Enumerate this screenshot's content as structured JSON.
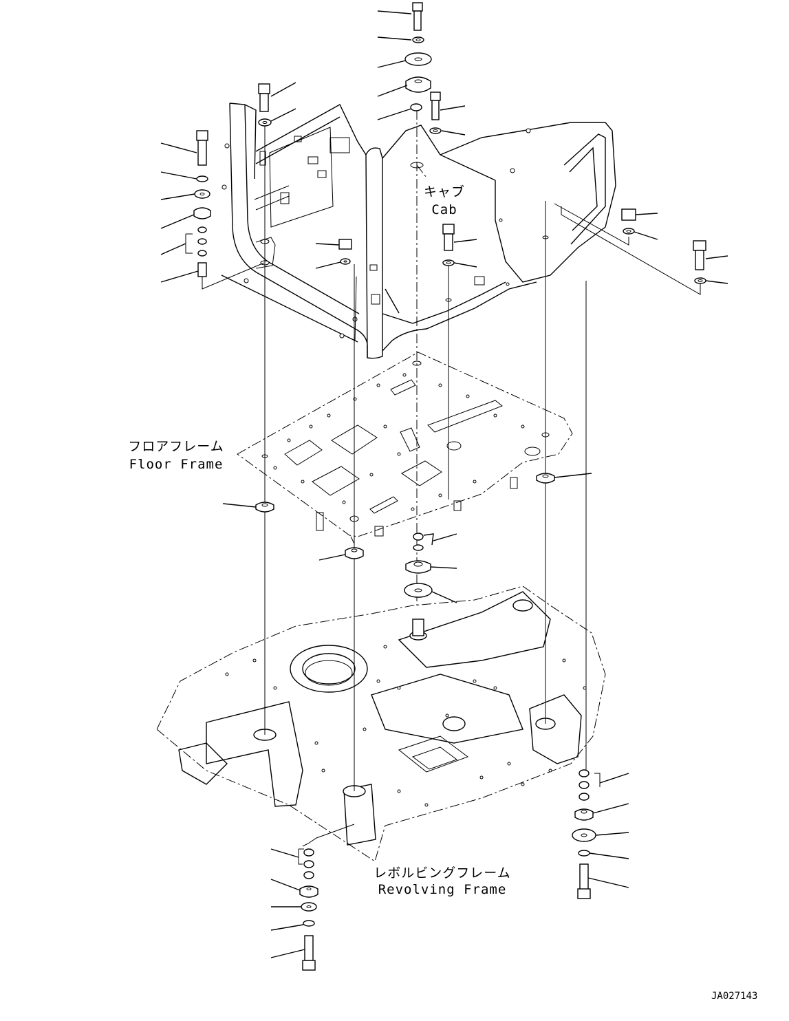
{
  "labels": {
    "cab_jp": "キャブ",
    "cab_en": "Cab",
    "floor_jp": "フロアフレーム",
    "floor_en": "Floor Frame",
    "revolving_jp": "レボルビングフレーム",
    "revolving_en": "Revolving Frame",
    "drawing_id": "JA027143"
  }
}
